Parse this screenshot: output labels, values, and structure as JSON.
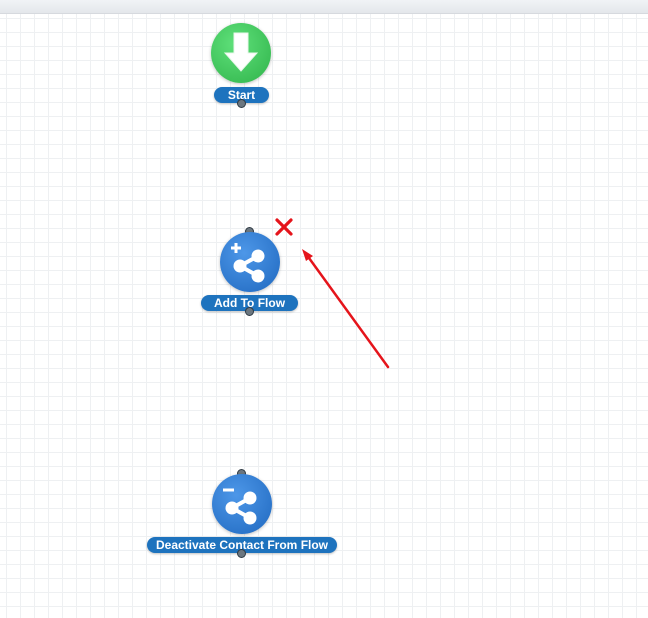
{
  "canvas": {
    "nodes": [
      {
        "id": "start",
        "label": "Start",
        "icon": "arrow-down-icon",
        "color": "#3fc45b"
      },
      {
        "id": "add-to-flow",
        "label": "Add To Flow",
        "icon": "share-plus-icon",
        "color": "#2e7bd6"
      },
      {
        "id": "deactivate",
        "label": "Deactivate Contact From Flow",
        "icon": "share-minus-icon",
        "color": "#2e7bd6"
      }
    ],
    "delete_icon": "close-icon",
    "annotation": {
      "icon": "red-arrow-annotation",
      "color": "#e5141b"
    }
  },
  "colors": {
    "label_bg": "#1e73be",
    "port": "#6c7780",
    "grid": "#eef0f2"
  }
}
